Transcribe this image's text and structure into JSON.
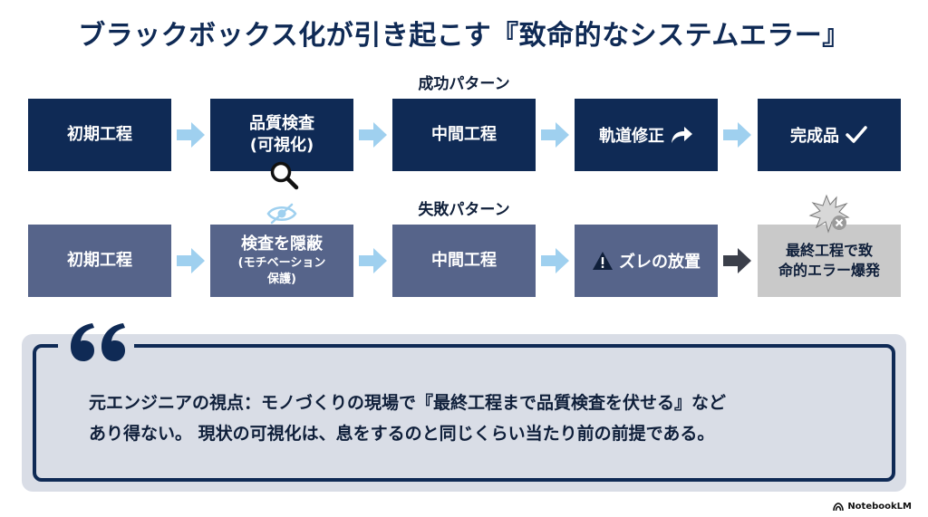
{
  "title": "ブラックボックス化が引き起こす『致命的なシステムエラー』",
  "success": {
    "label": "成功パターン",
    "steps": [
      {
        "line1": "初期工程"
      },
      {
        "line1": "品質検査",
        "line2": "(可視化)"
      },
      {
        "line1": "中間工程"
      },
      {
        "line1": "軌道修正"
      },
      {
        "line1": "完成品"
      }
    ],
    "icons": [
      "search-icon",
      "curved-arrow-icon",
      "checkmark-icon"
    ]
  },
  "failure": {
    "label": "失敗パターン",
    "steps": [
      {
        "line1": "初期工程"
      },
      {
        "line1": "検査を隠蔽",
        "sub1": "(モチベーション",
        "sub2": "保護)"
      },
      {
        "line1": "中間工程"
      },
      {
        "line1": "ズレの放置"
      },
      {
        "line1": "最終工程で致",
        "line2": "命的エラー爆発"
      }
    ],
    "icons": [
      "eye-slash-icon",
      "warning-icon",
      "explosion-icon"
    ]
  },
  "quote": {
    "line1": "元エンジニアの視点：モノづくりの現場で『最終工程まで品質検査を伏せる』など",
    "line2": "あり得ない。 現状の可視化は、息をするのと同じくらい当たり前の前提である。"
  },
  "brand": "NotebookLM",
  "colors": {
    "navy": "#0f2a55",
    "slate": "#56648a",
    "arrow_light_blue": "#9fd0ef",
    "arrow_dark": "#3b3f4a",
    "error_gray": "#c9c9c9",
    "quote_bg": "#d9dde6"
  }
}
